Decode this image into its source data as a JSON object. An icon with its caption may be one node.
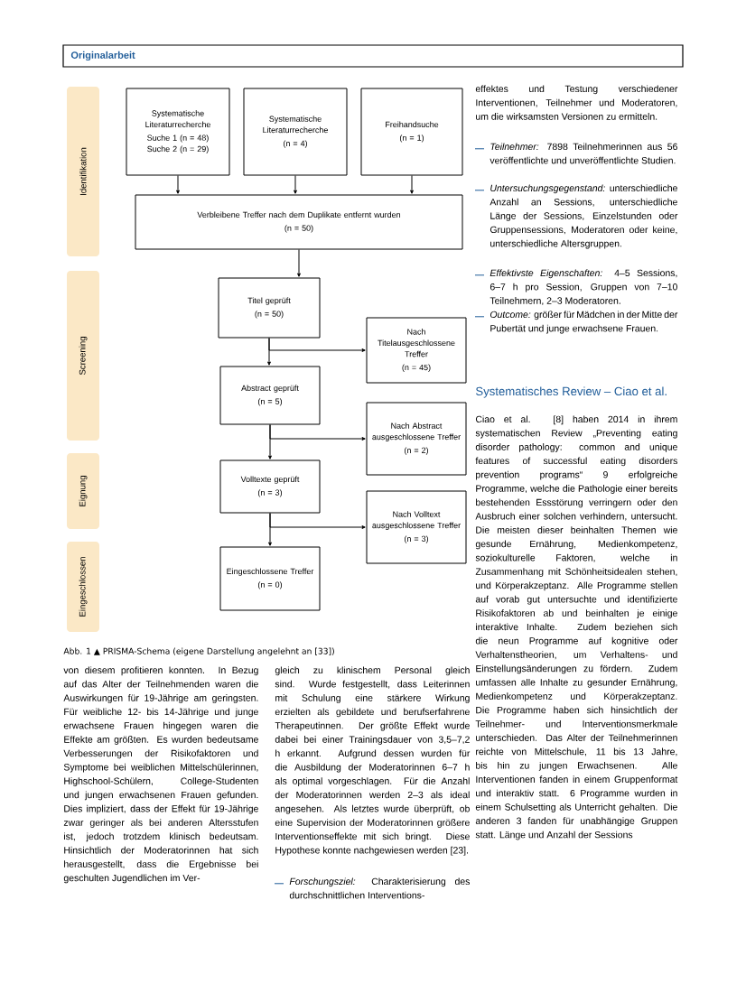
{
  "diagram": {
    "caption": "Abb. 1 ▲ PRISMA-Schema (eigene Darstellung angelehnt an [33])",
    "nodes": [
      {
        "text": [
          "Identifikation"
        ]
      },
      {
        "text": [
          "Screening"
        ]
      },
      {
        "text": [
          "Eignung"
        ]
      },
      {
        "text": [
          "Eingeschlossen"
        ]
      },
      {
        "text": [
          "Systematische Literaturrecherche",
          "Suche 1 (n = 48) Suche 2 (n = 29)"
        ]
      },
      {
        "text": [
          "Systematische Literaturrecherche",
          "(n = 4)"
        ]
      },
      {
        "text": [
          "Freihandsuche",
          "(n = 1)"
        ]
      },
      {
        "text": [
          "Verbleibene Treffer nach dem Duplikate entfernt wurden",
          "(n = 50)"
        ]
      },
      {
        "text": [
          "Titel geprüft",
          "(n = 50)"
        ]
      },
      {
        "text": [
          "Nach Titelausgeschlossene Treffer",
          "(n = 45)"
        ]
      },
      {
        "text": [
          "Abstract geprüft",
          "(n = 5)"
        ]
      },
      {
        "text": [
          "Nach Abstract ausgeschlossene Treffer",
          "(n = 2)"
        ]
      },
      {
        "text": [
          "Volltexte geprüft",
          "(n = 3)"
        ]
      },
      {
        "text": [
          "Nach Volltext ausgeschlossene Treffer",
          "(n = 3)"
        ]
      },
      {
        "text": [
          "Eingeschlossene Treffer",
          "(n = 0)"
        ]
      }
    ],
    "edges": [
      {
        "from": 4,
        "to": 7,
        "arrow": "to"
      },
      {
        "from": 5,
        "to": 7,
        "arrow": "to"
      },
      {
        "from": 6,
        "to": 7,
        "arrow": "to"
      },
      {
        "from": 7,
        "to": 8,
        "arrow": "to"
      },
      {
        "from": 8,
        "to": 9,
        "arrow": "to"
      },
      {
        "from": 8,
        "to": 10,
        "arrow": "to"
      },
      {
        "from": 10,
        "to": 11,
        "arrow": "to"
      },
      {
        "from": 10,
        "to": 12,
        "arrow": "to"
      },
      {
        "from": 12,
        "to": 13,
        "arrow": "to"
      },
      {
        "from": 12,
        "to": 14,
        "arrow": "to"
      }
    ],
    "labels": [
      "Originalarbeit",
      "von diesem profitieren konnten. In Bezug auf das Alter der Teilnehmenden waren die Auswirkungen für 19-Jährige am geringsten. Für weibliche 12- bis 14-Jährige und junge erwachsene Frauen hingegen waren die Effekte am größten. Es wurden bedeutsame Verbesserungen der Risikofaktoren und Symptome bei weiblichen Mittelschülerinnen, Highschool-Schülern, College-Studenten und jungen erwachsenen Frauen gefunden. Dies impliziert, dass der Effekt für 19-Jährige zwar geringer als bei anderen Altersstufen ist, jedoch trotzdem klinisch bedeutsam. Hinsichtlich der Moderatorinnen hat sich herausgestellt, dass die Ergebnisse bei geschulten Jugendlichen im Ver-",
      "gleich zu klinischem Personal gleich sind. Wurde festgestellt, dass Leiterinnen mit Schulung eine stärkere Wirkung erzielten als gebildete und berufserfahrene Therapeutinnen. Der größte Effekt wurde dabei bei einer Trainingsdauer von 3,5–7,2 h erkannt. Aufgrund dessen wurden für die Ausbildung der Moderatorinnen 6–7 h als optimal vorgeschlagen. Für die Anzahl der Moderatorinnen werden 2–3 als ideal angesehen. Als letztes wurde überprüft, ob eine Supervision der Moderatorinnen größere Interventionseffekte mit sich bringt. Diese Hypothese konnte nachgewiesen werden [23].",
      "*Forschungsziel:* Charakterisierung des durchschnittlichen Interventions-",
      "effektes und Testung verschiedener Interventionen, Teilnehmer und Moderatoren, um die wirksamsten Versionen zu ermitteln.",
      "*Teilnehmer:* 7898 Teilnehmerinnen aus 56 veröffentlichte und unveröffentlichte Studien.",
      "*Untersuchungsgegenstand:* unterschiedliche Anzahl an Sessions, unterschiedliche Länge der Sessions, Einzelstunden oder Gruppensessions, Moderatoren oder keine, unterschiedliche Altersgruppen.",
      "*Effektivste Eigenschaften:* 4–5 Sessions, 6–7 h pro Session, Gruppen von 7–10 Teilnehmern, 2–3 Moderatoren.",
      "*Outcome:* größer für Mädchen in der Mitte der Pubertät und junge erwachsene Frauen.",
      "Systematisches Review – Ciao et al.",
      "Ciao et al. [8] haben 2014 in ihrem systematischen Review „Preventing eating disorder pathology: common and unique features of successful eating disorders prevention programs“ 9 erfolgreiche Programme, welche die Pathologie einer bereits bestehenden Essstörung verringern oder den Ausbruch einer solchen verhindern, untersucht. Die meisten dieser beinhalten Themen wie gesunde Ernährung, Medienkompetenz, soziokulturelle Faktoren, welche in Zusammenhang mit Schönheitsidealen stehen, und Körperakzeptanz. Alle Programme stellen auf vorab gut untersuchte und identifizierte Risikofaktoren ab und beinhalten je einige interaktive Inhalte. Zudem beziehen sich die neun Programme auf kognitive oder Verhaltenstheorien, um Verhaltens- und Einstellungsänderungen zu fördern. Zudem umfassen alle Inhalte zu gesunder Ernährung, Medienkompetenz und Körperakzeptanz. Die Programme haben sich hinsichtlich der Teilnehmer- und Interventionsmerkmale unterschieden. Das Alter der Teilnehmerinnen reichte von Mittelschule, 11 bis 13 Jahre, bis hin zu jungen Erwachsenen. Alle Interventionen fanden in einem Gruppenformat und interaktiv statt. 6 Programme wurden in einem Schulsetting als Unterricht gehalten. Die anderen 3 fanden für unabhängige Gruppen statt. Länge und Anzahl der Sessions"
    ]
  }
}
